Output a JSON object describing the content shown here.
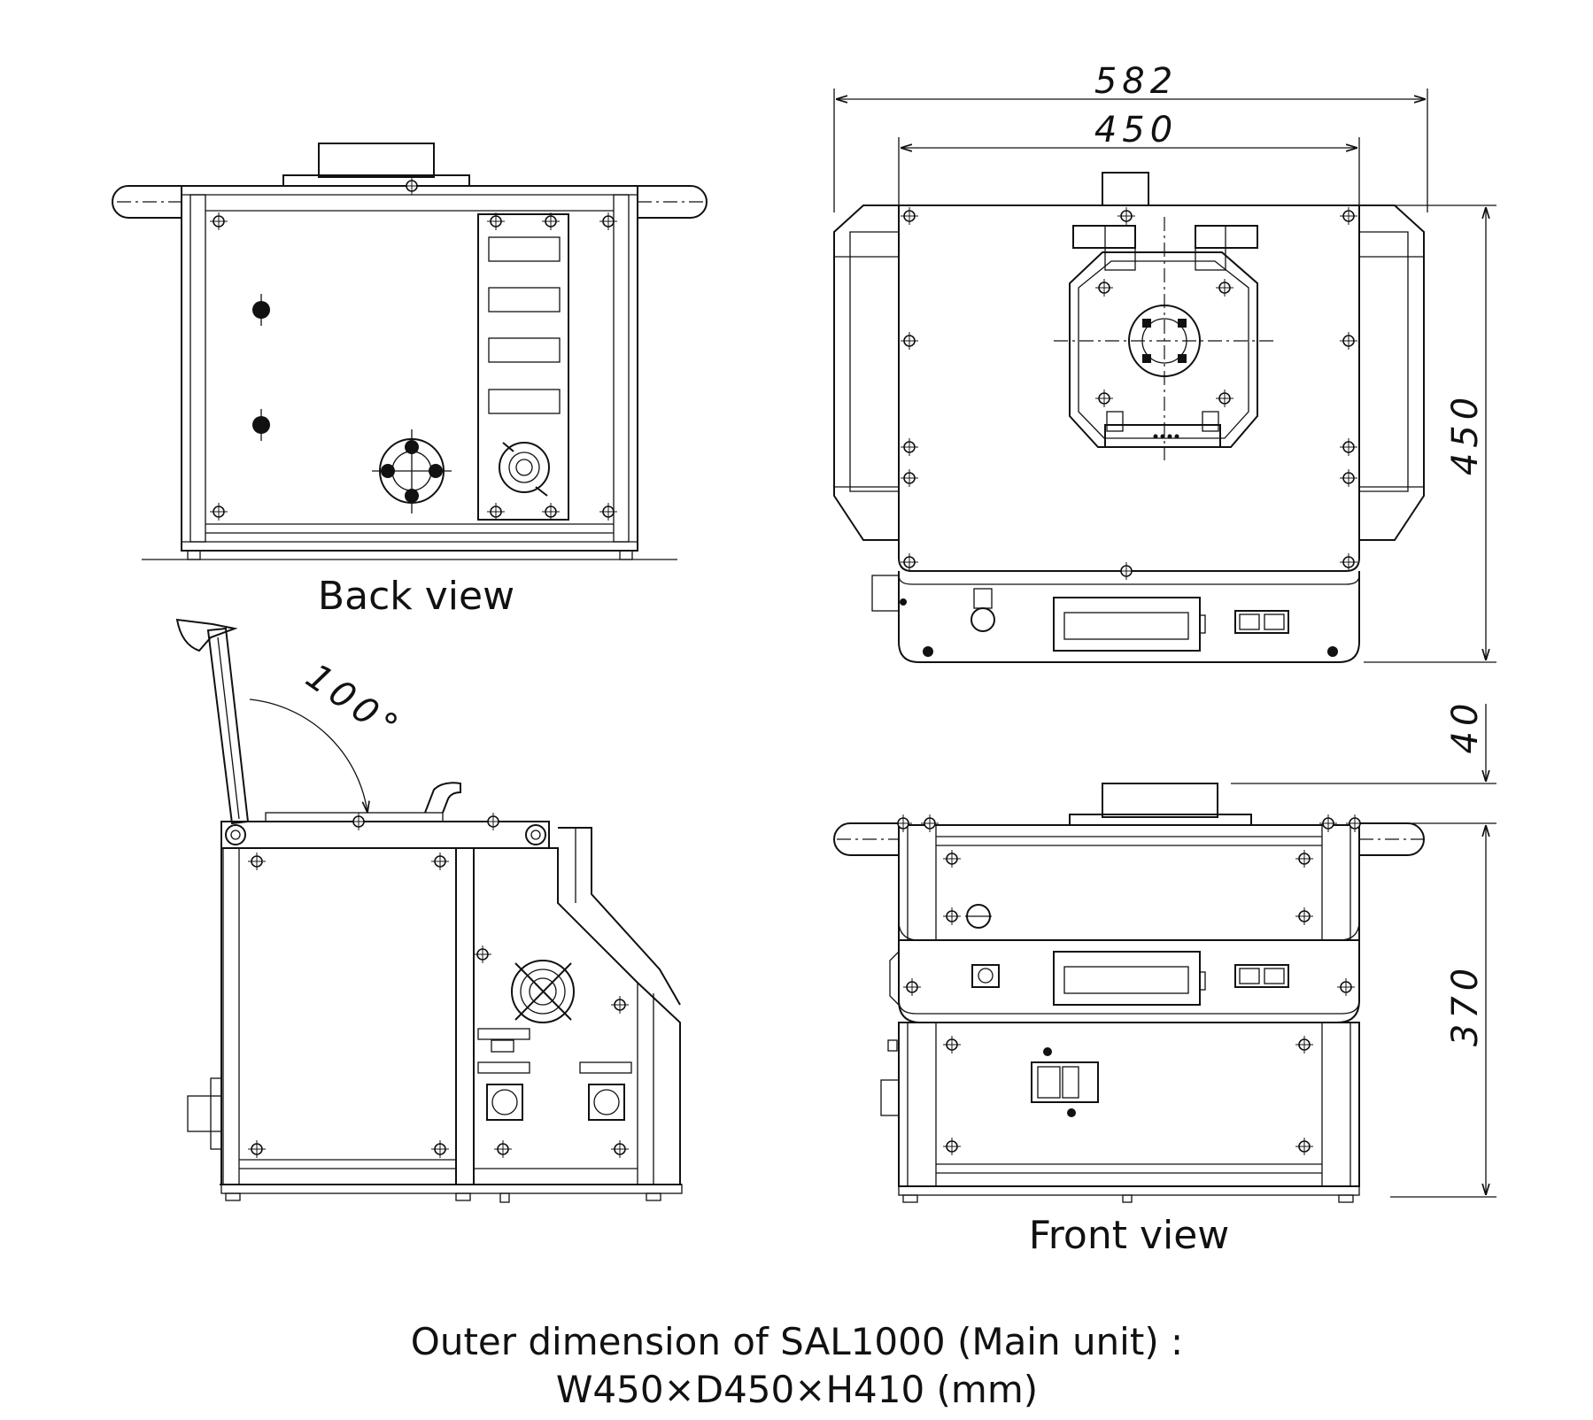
{
  "views": {
    "back": "Back view",
    "front": "Front view"
  },
  "dimensions": {
    "overall_width": "582",
    "width": "450",
    "depth": "450",
    "lid_height": "40",
    "body_height": "370",
    "lid_angle": "100°"
  },
  "caption": {
    "line1": "Outer dimension of SAL1000 (Main unit) :",
    "line2": "W450×D450×H410 (mm)"
  }
}
